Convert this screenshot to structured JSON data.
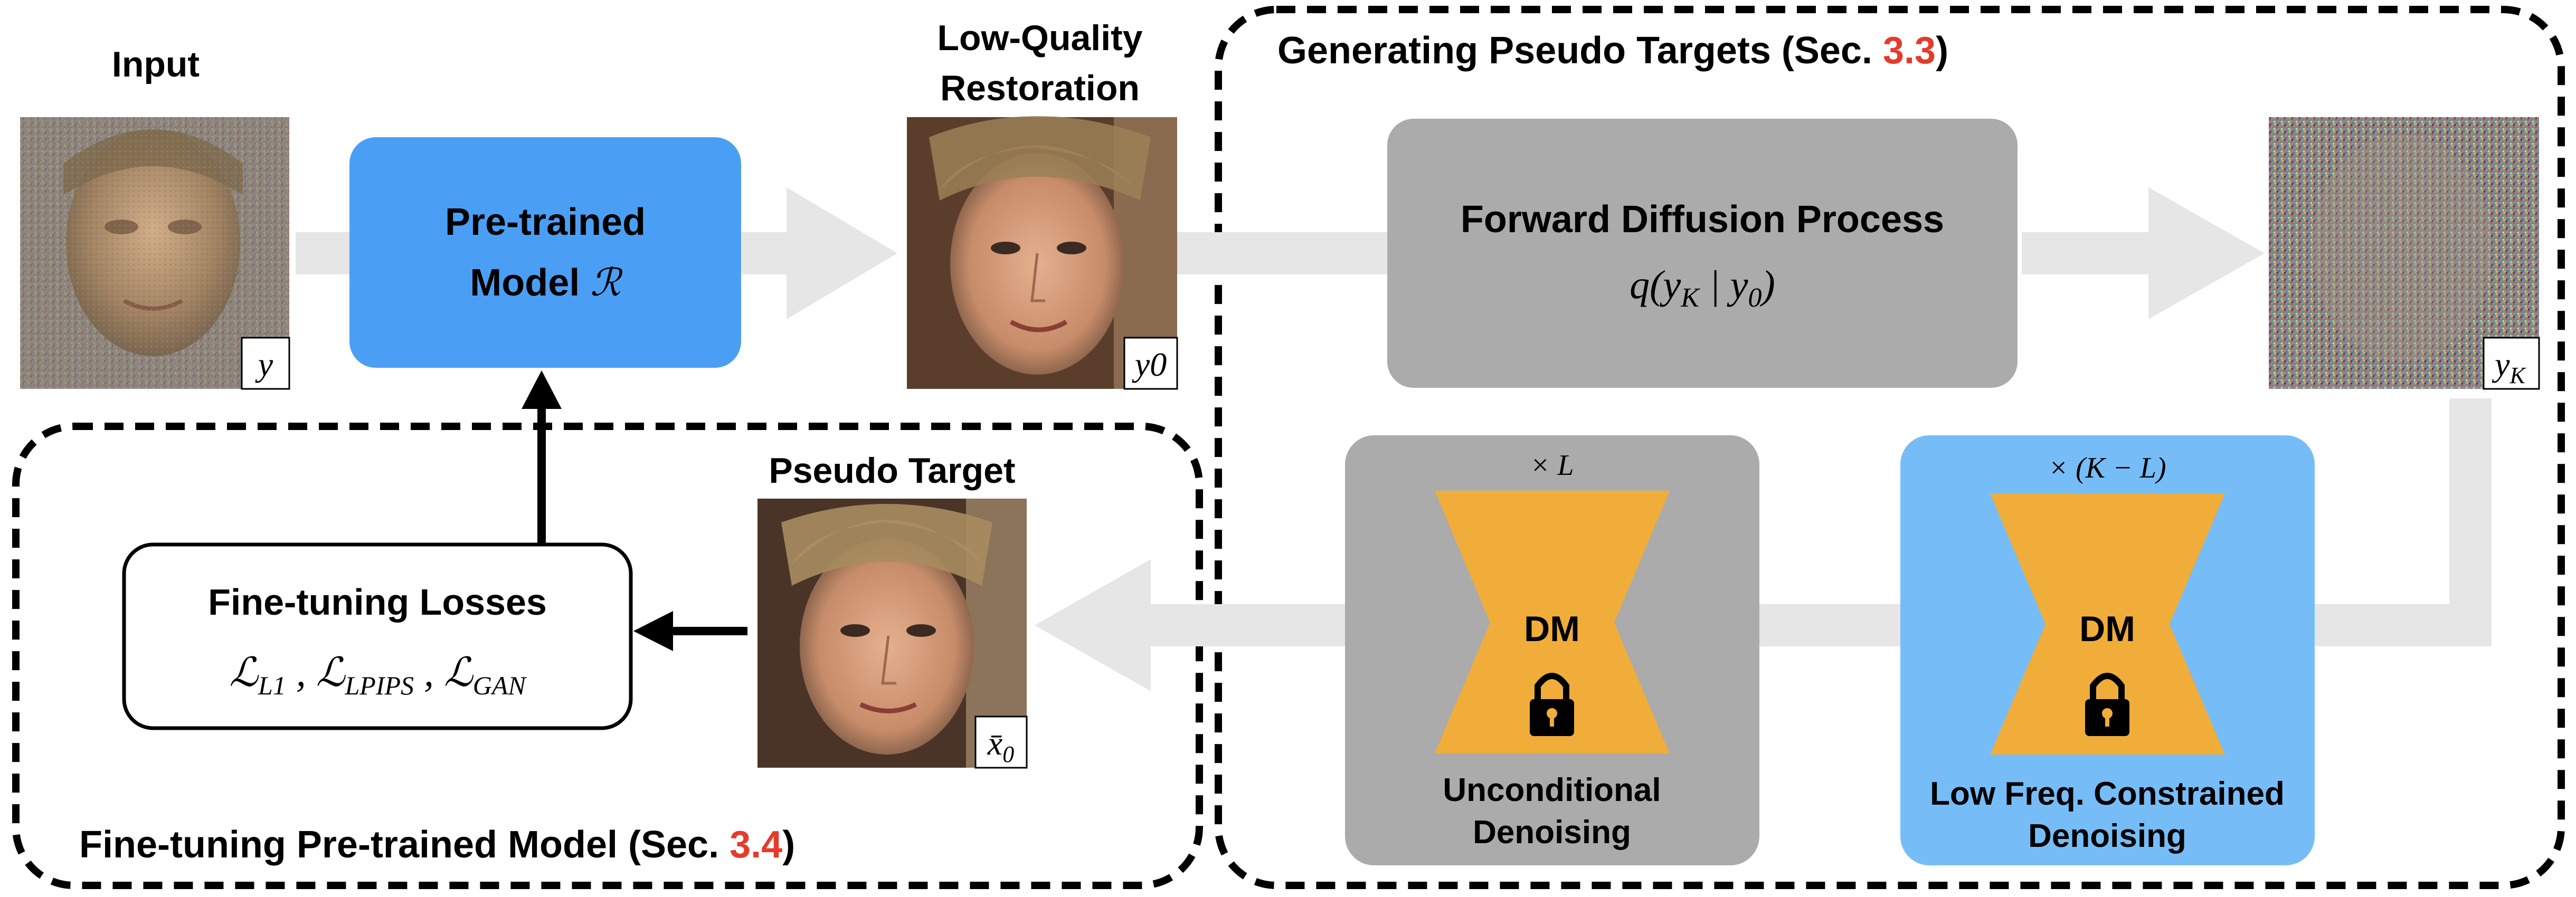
{
  "title_input": "Input",
  "title_lq_1": "Low-Quality",
  "title_lq_2": "Restoration",
  "section_generate": {
    "text": "Generating Pseudo Targets (Sec. ",
    "ref": "3.3",
    "close": ")"
  },
  "section_finetune": {
    "text": "Fine-tuning Pre-trained Model (Sec. ",
    "ref": "3.4",
    "close": ")"
  },
  "pretrained": {
    "line1": "Pre-trained",
    "line2": "Model ",
    "symbol": "ℛ"
  },
  "forward": {
    "line1": "Forward Diffusion Process",
    "formula": "q(y_K | y_0)"
  },
  "image_labels": {
    "input": "y",
    "lq": "y0",
    "noisy": "yK",
    "pseudo": "x̄0"
  },
  "pseudo_title": "Pseudo Target",
  "losses": {
    "title": "Fine-tuning Losses",
    "formula": "ℒL1 , ℒLPIPS , ℒGAN"
  },
  "uncond": {
    "repeat": "× L",
    "dm": "DM",
    "label1": "Unconditional",
    "label2": "Denoising"
  },
  "lowfreq": {
    "repeat": "× (K − L)",
    "dm": "DM",
    "label1": "Low Freq. Constrained",
    "label2": "Denoising"
  },
  "colors": {
    "blue_box": "#4a9ff5",
    "light_blue_box": "#76bdf8",
    "gray_box": "#ababab",
    "orange": "#f0ad3a",
    "red_ref": "#e53b2b",
    "arrow_gray": "#e6e6e6",
    "black": "#000000"
  }
}
